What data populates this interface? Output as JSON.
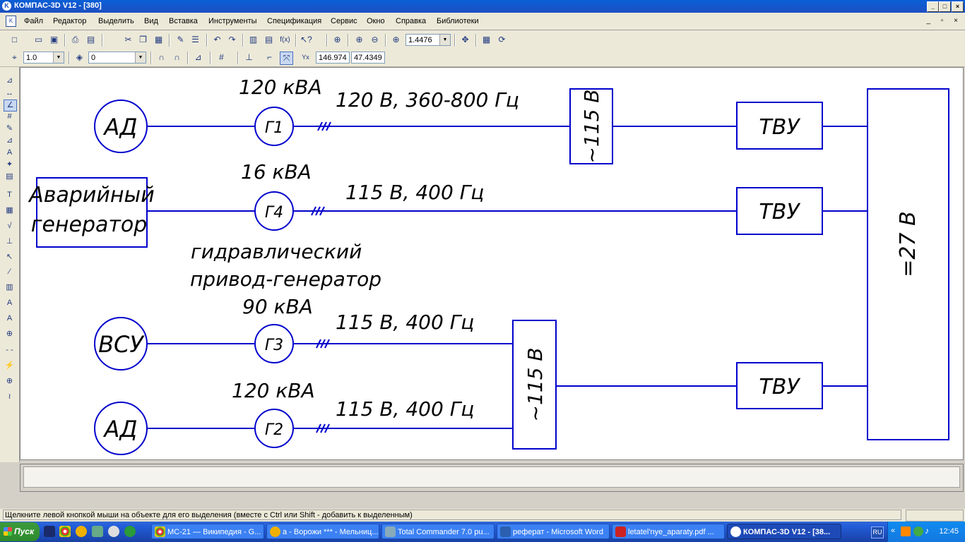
{
  "window": {
    "title": "КОМПАС-3D V12 - [380]"
  },
  "menu": [
    "Файл",
    "Редактор",
    "Выделить",
    "Вид",
    "Вставка",
    "Инструменты",
    "Спецификация",
    "Сервис",
    "Окно",
    "Справка",
    "Библиотеки"
  ],
  "toolbar": {
    "zoom": "1.4476"
  },
  "toolbar2": {
    "line_style": "1.0",
    "layer": "0",
    "coord_x": "146.974",
    "coord_y": "47.4349"
  },
  "diagram": {
    "sources": [
      "АД",
      "ВСУ",
      "АД"
    ],
    "emergency_gen": [
      "Аварийный",
      "генератор"
    ],
    "generators": [
      "Г1",
      "Г4",
      "Г3",
      "Г2"
    ],
    "powers": [
      "120 кВА",
      "16 кВА",
      "90 кВА",
      "120 кВА"
    ],
    "voltages": [
      "120 В, 360-800 Гц",
      "115 В,  400 Гц",
      "115 В, 400 Гц",
      "115 В, 400 Гц"
    ],
    "hydraulic": [
      "гидравлический",
      "привод-генератор"
    ],
    "ac_bus": [
      "~115 В",
      "~115 В"
    ],
    "tru": [
      "ТВУ",
      "ТВУ",
      "ТВУ"
    ],
    "dc_bus": "=27 В",
    "colors": {
      "line": "#0000cc"
    }
  },
  "status": {
    "hint": "Щелкните левой кнопкой мыши на объекте для его выделения (вместе с Ctrl или Shift - добавить к выделенным)"
  },
  "taskbar": {
    "start": "Пуск",
    "tasks": [
      "МС-21 — Википедия - G...",
      "а - Ворожи *** - Мельниц...",
      "Total Commander 7.0 pu...",
      "реферат - Microsoft Word",
      "letatel'nye_aparaty.pdf ...",
      "КОМПАС-3D V12 - [38..."
    ],
    "lang": "RU",
    "clock": "12:45"
  }
}
